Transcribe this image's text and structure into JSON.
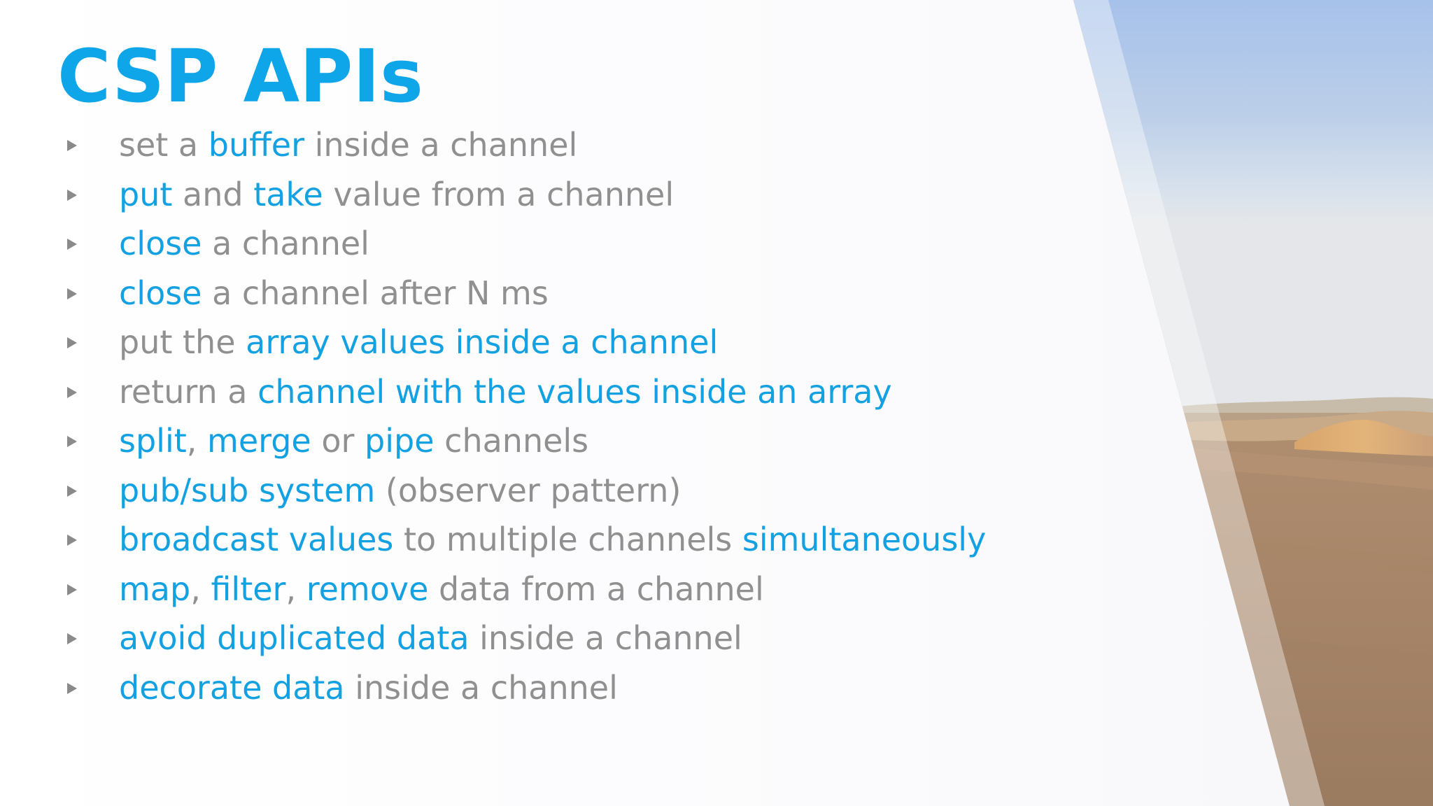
{
  "slide": {
    "title": "CSP APIs",
    "accent_color": "#0ea5e9",
    "text_color": "#909090",
    "bullet_icon": "triangle-bullet-icon",
    "image": "desert-sand-dunes-photo",
    "bullets": [
      {
        "segments": [
          {
            "text": "set a ",
            "hl": false
          },
          {
            "text": "buffer",
            "hl": true
          },
          {
            "text": " inside a channel",
            "hl": false
          }
        ]
      },
      {
        "segments": [
          {
            "text": "put",
            "hl": true
          },
          {
            "text": " and ",
            "hl": false
          },
          {
            "text": "take",
            "hl": true
          },
          {
            "text": " value from a channel",
            "hl": false
          }
        ]
      },
      {
        "segments": [
          {
            "text": "close",
            "hl": true
          },
          {
            "text": " a channel",
            "hl": false
          }
        ]
      },
      {
        "segments": [
          {
            "text": "close",
            "hl": true
          },
          {
            "text": " a channel after N ms",
            "hl": false
          }
        ]
      },
      {
        "segments": [
          {
            "text": "put the ",
            "hl": false
          },
          {
            "text": "array values inside a channel",
            "hl": true
          }
        ]
      },
      {
        "segments": [
          {
            "text": "return a ",
            "hl": false
          },
          {
            "text": "channel with the values inside an array",
            "hl": true
          }
        ]
      },
      {
        "segments": [
          {
            "text": "split",
            "hl": true
          },
          {
            "text": ", ",
            "hl": false
          },
          {
            "text": "merge",
            "hl": true
          },
          {
            "text": " or ",
            "hl": false
          },
          {
            "text": "pipe",
            "hl": true
          },
          {
            "text": " channels",
            "hl": false
          }
        ]
      },
      {
        "segments": [
          {
            "text": "pub/sub system",
            "hl": true
          },
          {
            "text": " (observer pattern)",
            "hl": false
          }
        ]
      },
      {
        "segments": [
          {
            "text": "broadcast values",
            "hl": true
          },
          {
            "text": " to multiple channels ",
            "hl": false
          },
          {
            "text": "simultaneously",
            "hl": true
          }
        ]
      },
      {
        "segments": [
          {
            "text": "map",
            "hl": true
          },
          {
            "text": ", ",
            "hl": false
          },
          {
            "text": "filter",
            "hl": true
          },
          {
            "text": ", ",
            "hl": false
          },
          {
            "text": "remove",
            "hl": true
          },
          {
            "text": " data from a channel",
            "hl": false
          }
        ]
      },
      {
        "segments": [
          {
            "text": "avoid duplicated data",
            "hl": true
          },
          {
            "text": " inside a channel",
            "hl": false
          }
        ]
      },
      {
        "segments": [
          {
            "text": "decorate data",
            "hl": true
          },
          {
            "text": " inside a channel",
            "hl": false
          }
        ]
      }
    ]
  }
}
